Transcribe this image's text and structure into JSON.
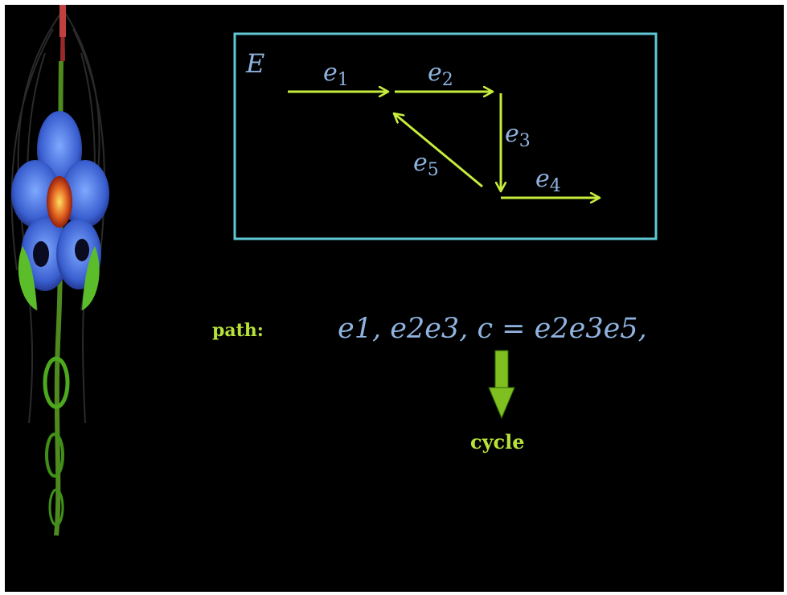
{
  "diagram": {
    "set_label": "E",
    "edges": [
      {
        "id": "e1",
        "base": "e",
        "sub": "1"
      },
      {
        "id": "e2",
        "base": "e",
        "sub": "2"
      },
      {
        "id": "e3",
        "base": "e",
        "sub": "3"
      },
      {
        "id": "e4",
        "base": "e",
        "sub": "4"
      },
      {
        "id": "e5",
        "base": "e",
        "sub": "5"
      }
    ]
  },
  "path_row": {
    "label": "path:",
    "sequence_text": "e1, e2e3, c = e2e3e5,"
  },
  "cycle_annotation": {
    "label": "cycle"
  },
  "colors": {
    "background": "#000000",
    "frame": "#5fc8d4",
    "arrow": "#c6ec3c",
    "math": "#8fb3df",
    "label": "#b7e23a",
    "cycle_arrow": "#7fbf1f"
  },
  "decoration": {
    "icon": "flower-ornament-icon"
  }
}
